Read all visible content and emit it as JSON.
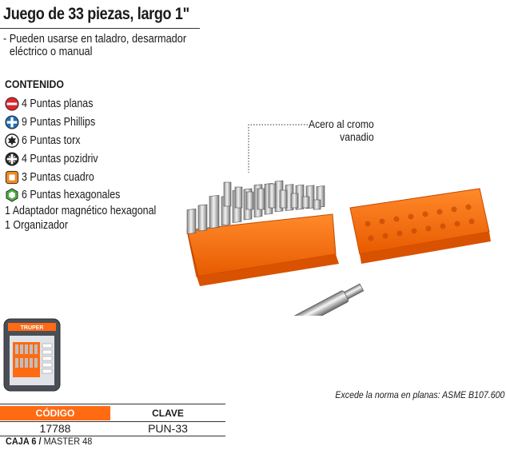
{
  "header": {
    "title": "Juego de 33 piezas, largo 1\"",
    "description_line1": "- Pueden usarse en taladro, desarmador",
    "description_line2": "eléctrico o manual"
  },
  "contents": {
    "heading": "CONTENIDO",
    "items": [
      {
        "label": "4 Puntas planas",
        "icon": "flat-tip-icon"
      },
      {
        "label": "9 Puntas Phillips",
        "icon": "phillips-tip-icon"
      },
      {
        "label": "6 Puntas torx",
        "icon": "torx-tip-icon"
      },
      {
        "label": "4 Puntas pozidriv",
        "icon": "pozidriv-tip-icon"
      },
      {
        "label": "3 Puntas cuadro",
        "icon": "square-tip-icon"
      },
      {
        "label": "6 Puntas hexagonales",
        "icon": "hex-tip-icon"
      }
    ],
    "extras": [
      "1 Adaptador magnético hexagonal",
      "1 Organizador"
    ]
  },
  "callout": {
    "line1": "Acero al cromo",
    "line2": "vanadio"
  },
  "packaging": {
    "brand": "TRUPER"
  },
  "norma": "Excede la norma en planas: ASME B107.600",
  "spec": {
    "codigo_header": "CÓDIGO",
    "clave_header": "CLAVE",
    "codigo": "17788",
    "clave": "PUN-33"
  },
  "shipping": {
    "caja_label": "CAJA 6",
    "separator": " / ",
    "master_label": "MASTER 48"
  },
  "colors": {
    "accent": "#ff6a13",
    "flat_icon": "#e0262b",
    "phillips_icon": "#1f6fb5",
    "square_icon": "#f08a24",
    "hex_icon": "#4caf3c"
  }
}
